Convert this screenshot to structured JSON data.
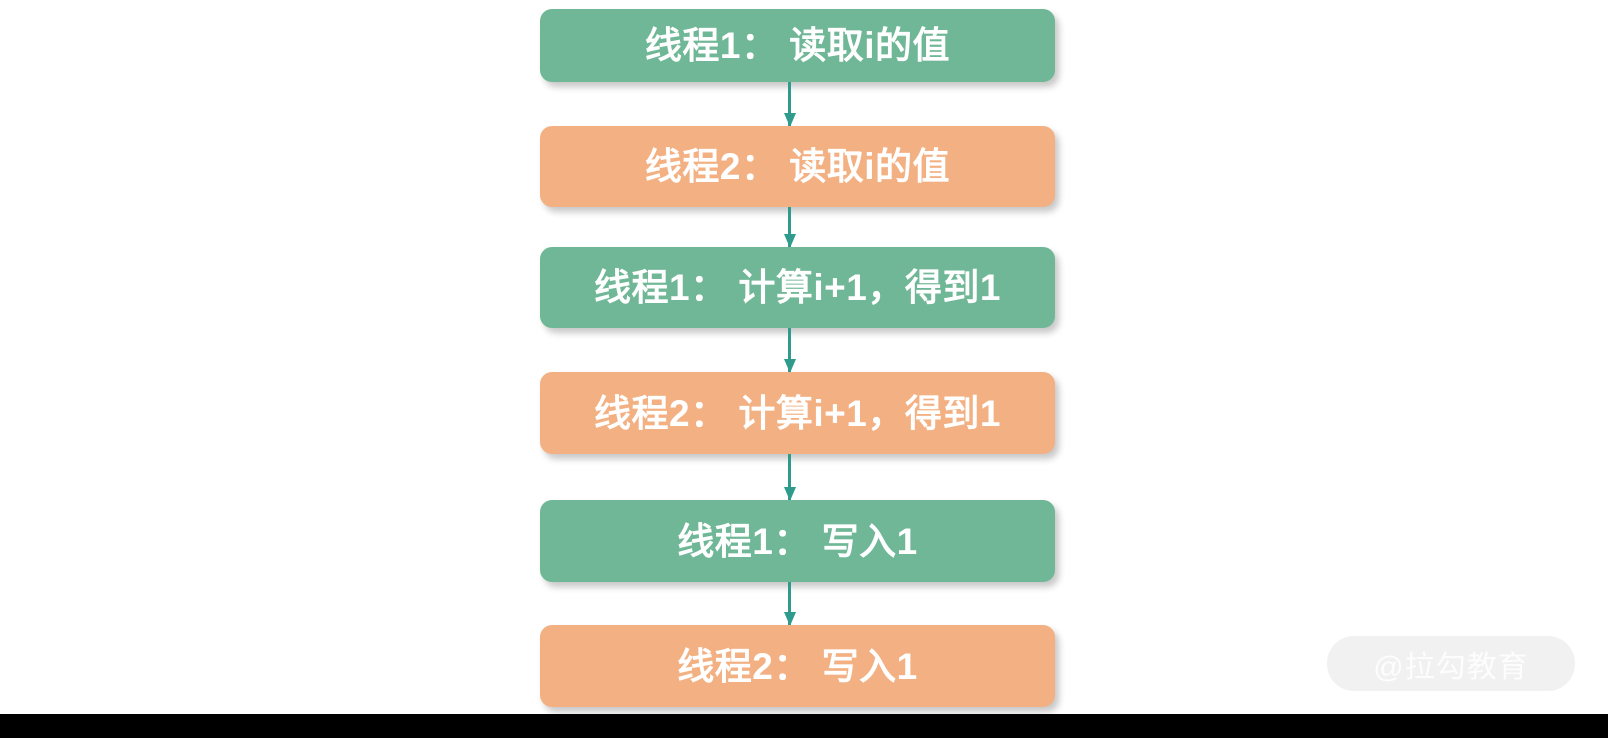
{
  "slide": {
    "background_color": "#ffffff",
    "bottom_bar_color": "#000000"
  },
  "colors": {
    "green": "#6FB796",
    "orange": "#F3B183",
    "arrow": "#2E9B8D",
    "text": "#ffffff"
  },
  "flow": {
    "title": "",
    "nodes": [
      {
        "id": "node-1",
        "label": "线程1： 读取i的值",
        "color": "green",
        "thread": "线程1"
      },
      {
        "id": "node-2",
        "label": "线程2： 读取i的值",
        "color": "orange",
        "thread": "线程2"
      },
      {
        "id": "node-3",
        "label": "线程1： 计算i+1，得到1",
        "color": "green",
        "thread": "线程1"
      },
      {
        "id": "node-4",
        "label": "线程2： 计算i+1，得到1",
        "color": "orange",
        "thread": "线程2"
      },
      {
        "id": "node-5",
        "label": "线程1： 写入1",
        "color": "green",
        "thread": "线程1"
      },
      {
        "id": "node-6",
        "label": "线程2： 写入1",
        "color": "orange",
        "thread": "线程2"
      }
    ],
    "connectors": [
      {
        "from": "node-1",
        "to": "node-2",
        "icon": "arrow-down-icon"
      },
      {
        "from": "node-2",
        "to": "node-3",
        "icon": "arrow-down-icon"
      },
      {
        "from": "node-3",
        "to": "node-4",
        "icon": "arrow-down-icon"
      },
      {
        "from": "node-4",
        "to": "node-5",
        "icon": "arrow-down-icon"
      },
      {
        "from": "node-5",
        "to": "node-6",
        "icon": "arrow-down-icon"
      }
    ]
  },
  "watermark": {
    "text": "@拉勾教育"
  }
}
